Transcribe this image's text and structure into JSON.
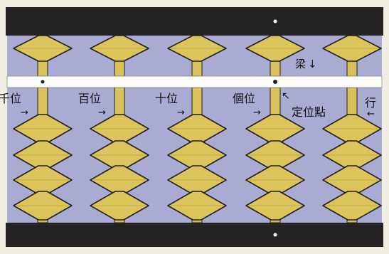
{
  "labels": {
    "beam": "梁",
    "column_thousands": "千位",
    "column_hundreds": "百位",
    "column_tens": "十位",
    "column_ones": "個位",
    "unit_point": "定位點",
    "rod": "行",
    "arrow_down": "↓",
    "arrow_right": "→",
    "arrow_left": "←",
    "arrow_up_left": "↖"
  },
  "colors": {
    "frame": "#252226",
    "background": "#a9abd3",
    "bead_fill": "#dcc45c",
    "bead_outline": "#23211f",
    "rod": "#d8c05a",
    "beam": "#fbfbf8",
    "page": "#efeee0"
  },
  "columns": 5,
  "heaven_beads_per_rod": 1,
  "earth_beads_per_rod": 4
}
